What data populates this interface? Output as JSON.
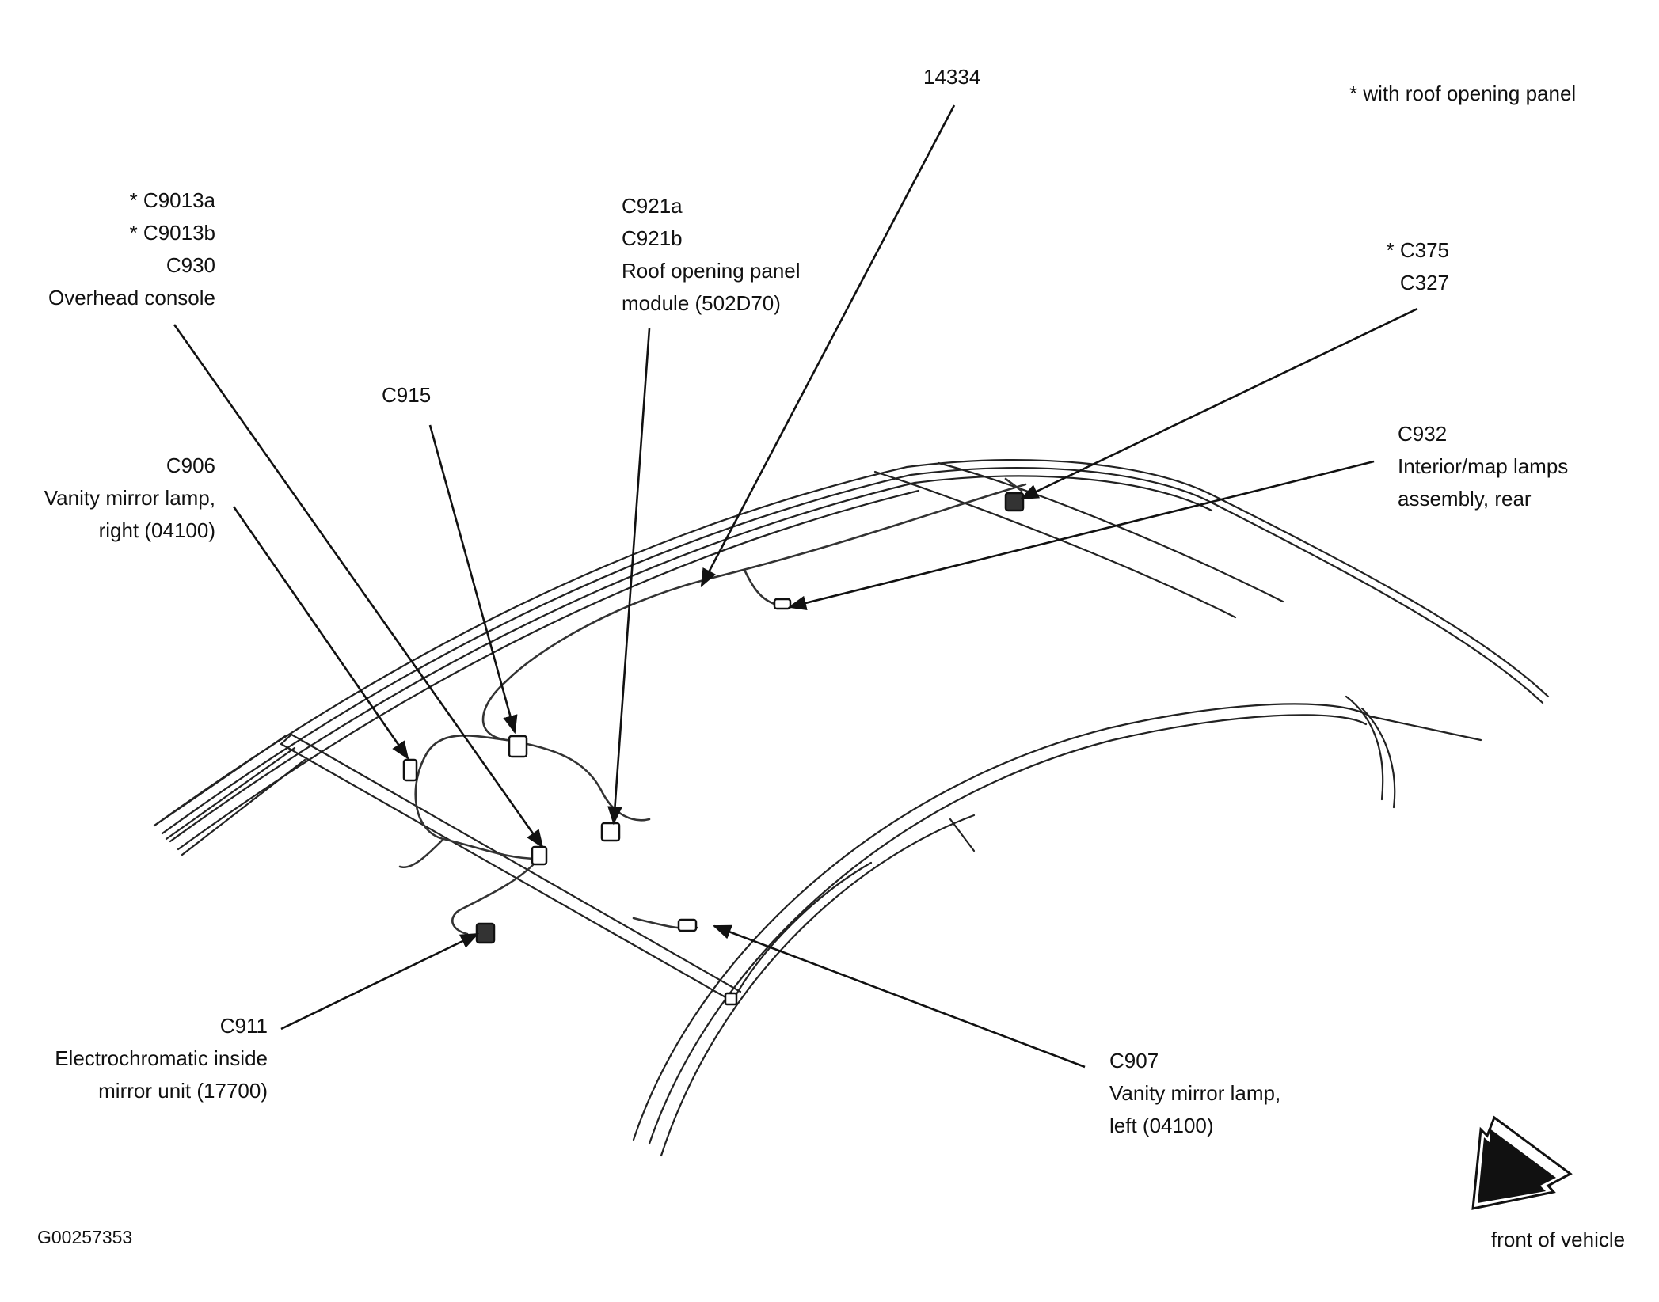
{
  "note": "*   with roof opening panel",
  "figure_id": "G00257353",
  "front_label": "front of vehicle",
  "callouts": {
    "c14334": [
      "14334"
    ],
    "c9013": [
      "* C9013a",
      "* C9013b",
      "C930",
      "Overhead console"
    ],
    "c921": [
      "C921a",
      "C921b",
      "Roof opening panel",
      "module (502D70)"
    ],
    "c375": [
      "* C375",
      "C327"
    ],
    "c915": [
      "C915"
    ],
    "c906": [
      "C906",
      "Vanity mirror lamp,",
      "right (04100)"
    ],
    "c932": [
      "C932",
      "Interior/map lamps",
      "assembly, rear"
    ],
    "c911": [
      "C911",
      "Electrochromatic inside",
      "mirror unit (17700)"
    ],
    "c907": [
      "C907",
      "Vanity mirror lamp,",
      "left (04100)"
    ]
  }
}
